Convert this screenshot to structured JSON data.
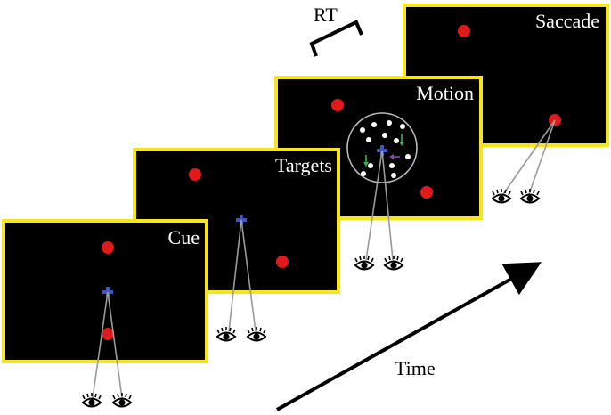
{
  "panels": [
    {
      "id": "saccade",
      "label": "Saccade"
    },
    {
      "id": "motion",
      "label": "Motion"
    },
    {
      "id": "targets",
      "label": "Targets"
    },
    {
      "id": "cue",
      "label": "Cue"
    }
  ],
  "annotations": {
    "rt_label": "RT",
    "time_label": "Time"
  },
  "colors": {
    "frame": "#f5e51d",
    "screen": "#000000",
    "target": "#e01a1a",
    "fixation": "#3b57c4",
    "motion_arrow_down": "#39b54a",
    "motion_arrow_left": "#8e44ad"
  },
  "icons": [
    "eye-icon",
    "fixation-cross-icon",
    "time-arrow-icon",
    "rt-bracket-icon"
  ]
}
